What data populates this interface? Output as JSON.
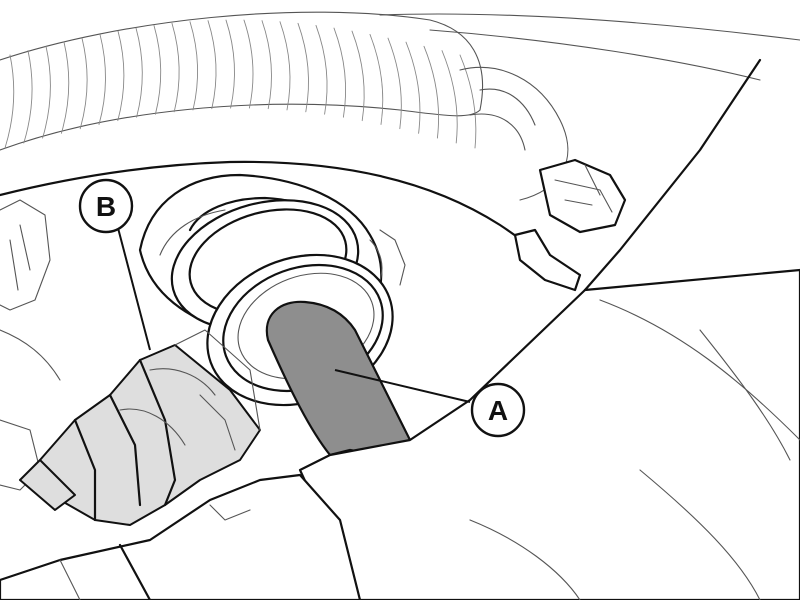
{
  "callouts": {
    "a": {
      "label": "A",
      "part": "bulb"
    },
    "b": {
      "label": "B",
      "part": "connector"
    }
  },
  "colors": {
    "line": "#111111",
    "bulb_fill": "#8e8e8e",
    "connector_fill": "#dedede",
    "background": "#ffffff"
  }
}
